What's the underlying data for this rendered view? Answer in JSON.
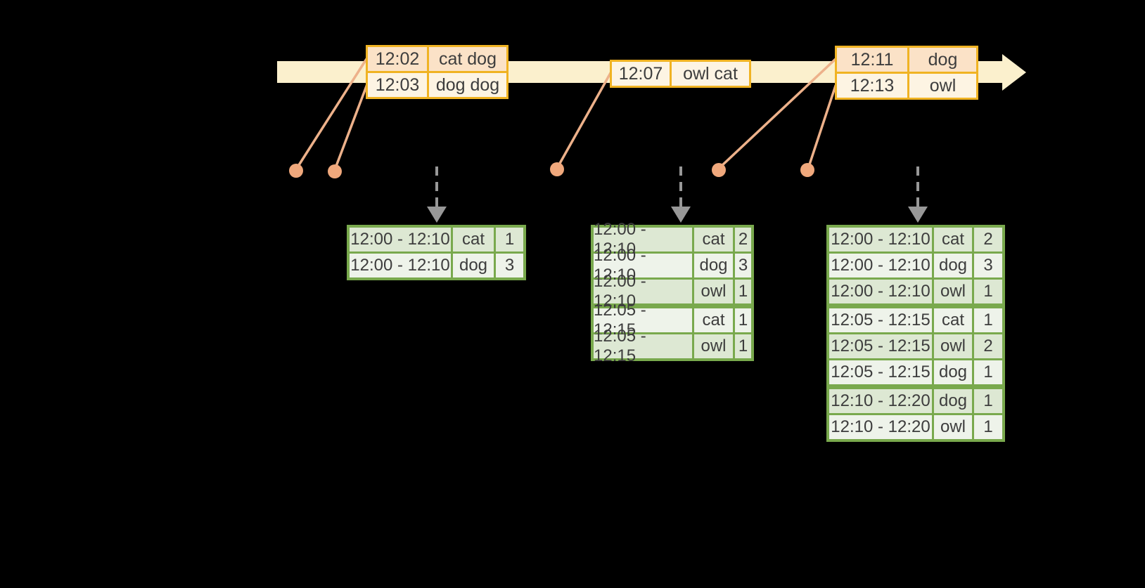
{
  "event_tables": [
    {
      "name": "events-batch-1",
      "rows": [
        {
          "time": "12:02",
          "words": "cat dog",
          "shade": "dark"
        },
        {
          "time": "12:03",
          "words": "dog dog",
          "shade": "light"
        }
      ]
    },
    {
      "name": "events-batch-2",
      "rows": [
        {
          "time": "12:07",
          "words": "owl cat",
          "shade": "light"
        }
      ]
    },
    {
      "name": "events-batch-3",
      "rows": [
        {
          "time": "12:11",
          "words": "dog",
          "shade": "dark"
        },
        {
          "time": "12:13",
          "words": "owl",
          "shade": "light"
        }
      ]
    }
  ],
  "result_tables": [
    {
      "name": "windowed-counts-1",
      "rows": [
        {
          "window": "12:00 - 12:10",
          "word": "cat",
          "count": "1",
          "shade": "dark",
          "sep": false
        },
        {
          "window": "12:00 - 12:10",
          "word": "dog",
          "count": "3",
          "shade": "light",
          "sep": false
        }
      ]
    },
    {
      "name": "windowed-counts-2",
      "rows": [
        {
          "window": "12:00 - 12:10",
          "word": "cat",
          "count": "2",
          "shade": "dark",
          "sep": false
        },
        {
          "window": "12:00 - 12:10",
          "word": "dog",
          "count": "3",
          "shade": "light",
          "sep": false
        },
        {
          "window": "12:00 - 12:10",
          "word": "owl",
          "count": "1",
          "shade": "dark",
          "sep": false
        },
        {
          "window": "12:05 - 12:15",
          "word": "cat",
          "count": "1",
          "shade": "light",
          "sep": true
        },
        {
          "window": "12:05 - 12:15",
          "word": "owl",
          "count": "1",
          "shade": "dark",
          "sep": false
        }
      ]
    },
    {
      "name": "windowed-counts-3",
      "rows": [
        {
          "window": "12:00 - 12:10",
          "word": "cat",
          "count": "2",
          "shade": "dark",
          "sep": false
        },
        {
          "window": "12:00 - 12:10",
          "word": "dog",
          "count": "3",
          "shade": "light",
          "sep": false
        },
        {
          "window": "12:00 - 12:10",
          "word": "owl",
          "count": "1",
          "shade": "dark",
          "sep": false
        },
        {
          "window": "12:05 - 12:15",
          "word": "cat",
          "count": "1",
          "shade": "light",
          "sep": true
        },
        {
          "window": "12:05 - 12:15",
          "word": "owl",
          "count": "2",
          "shade": "dark",
          "sep": false
        },
        {
          "window": "12:05 - 12:15",
          "word": "dog",
          "count": "1",
          "shade": "light",
          "sep": false
        },
        {
          "window": "12:10 - 12:20",
          "word": "dog",
          "count": "1",
          "shade": "dark",
          "sep": true
        },
        {
          "window": "12:10 - 12:20",
          "word": "owl",
          "count": "1",
          "shade": "light",
          "sep": false
        }
      ]
    },
    {
      "name": "icons",
      "note": ""
    }
  ],
  "icons": [
    {
      "name": "timeline-arrow"
    },
    {
      "name": "event-dot"
    },
    {
      "name": "trigger-down-arrow"
    }
  ],
  "colors": {
    "background": "#000000",
    "timeline_band": "#fbf0cd",
    "event_border": "#f0b323",
    "event_row_dark": "#fbe2c7",
    "event_row_light": "#fdf4e3",
    "connector_line": "#edb18a",
    "event_dot": "#f0a87c",
    "trigger_arrow": "#989898",
    "result_border": "#79a94d",
    "result_row_dark": "#dde8d3",
    "result_row_light": "#eef3ea",
    "text": "#3d3d3d"
  }
}
